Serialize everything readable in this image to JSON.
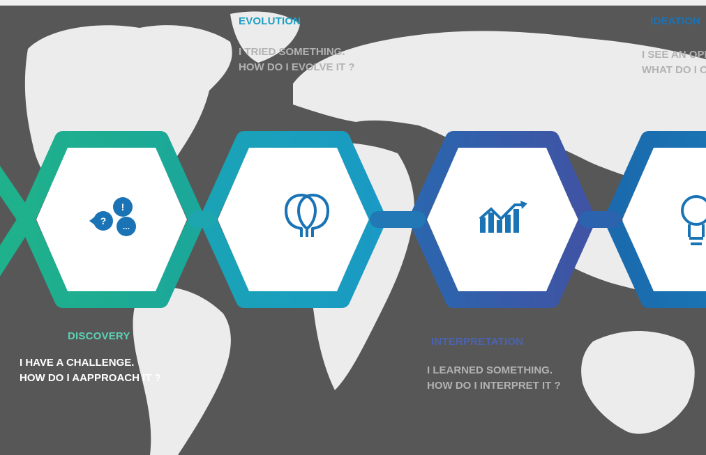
{
  "colors": {
    "background": "#575757",
    "continents": "#ececec",
    "discovery": "#1eae8e",
    "evolution": "#1e9fc4",
    "interpretation": "#3a4fa6",
    "ideation": "#1a73b5",
    "muted_text": "#b2b2b2",
    "white_text": "#ffffff"
  },
  "icons": {
    "discovery": "speech-bubbles-icon",
    "evolution": "two-heads-icon",
    "interpretation": "chart-growth-icon",
    "ideation": "lightbulb-icon"
  },
  "phases": {
    "discovery": {
      "title": "DISCOVERY",
      "line1": "I HAVE A CHALLENGE.",
      "line2": "HOW DO I AAPPROACH IT ?"
    },
    "evolution": {
      "title": "EVOLUTION",
      "line1": "I TRIED SOMETHING.",
      "line2": "HOW DO I EVOLVE IT ?"
    },
    "interpretation": {
      "title": "INTERPRETATION",
      "line1": "I LEARNED SOMETHING.",
      "line2": "HOW DO I INTERPRET IT ?"
    },
    "ideation": {
      "title": "IDEATION",
      "line1": "I SEE AN OPPORTUNITY.",
      "line2": "WHAT DO I CREATE ?"
    }
  },
  "icon_glyphs": {
    "question": "?",
    "exclaim": "!",
    "dots": "..."
  }
}
